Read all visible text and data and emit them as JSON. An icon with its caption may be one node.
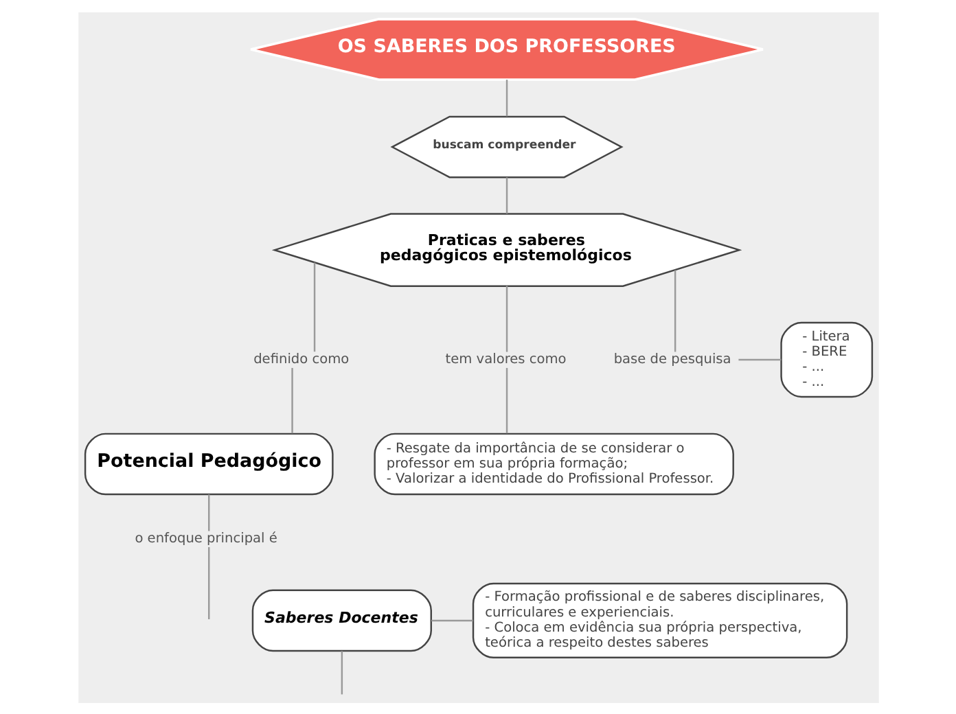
{
  "diagram": {
    "nodes": [
      {
        "text": [
          "OS SABERES DOS PROFESSORES"
        ]
      },
      {
        "text": [
          "buscam compreender"
        ]
      },
      {
        "text": [
          "Praticas e saberes pedagógicos epistemológicos"
        ]
      },
      {
        "text": [
          "definido como"
        ]
      },
      {
        "text": [
          "Potencial Pedagógico"
        ]
      },
      {
        "text": [
          "o enfoque principal é"
        ]
      },
      {
        "text": [
          "Saberes Docentes"
        ]
      },
      {
        "text": [
          "- Formação profissional e de saberes disciplinares, curriculares e experienciais. - Coloca em evidência sua própria perspectiva, teórica a respeito destes saberes"
        ]
      },
      {
        "text": [
          "tem valores como"
        ]
      },
      {
        "text": [
          "- Resgate da importância de se considerar o professor em sua própria formação; - Valorizar a identidade do Profissional Professor."
        ]
      },
      {
        "text": [
          "base de pesquisa"
        ]
      },
      {
        "text": [
          "- Litera - BERE - ... - ..."
        ]
      }
    ],
    "edges": [
      {
        "from": 0,
        "to": 1,
        "arrow": "none"
      },
      {
        "from": 1,
        "to": 2,
        "arrow": "none"
      },
      {
        "from": 2,
        "to": 3,
        "arrow": "none"
      },
      {
        "from": 3,
        "to": 4,
        "arrow": "none"
      },
      {
        "from": 4,
        "to": 5,
        "arrow": "none"
      },
      {
        "from": 5,
        "to": null,
        "arrow": "none"
      },
      {
        "from": 6,
        "to": null,
        "arrow": "none"
      },
      {
        "from": 6,
        "to": 7,
        "arrow": "none"
      },
      {
        "from": 2,
        "to": 8,
        "arrow": "none"
      },
      {
        "from": 8,
        "to": 9,
        "arrow": "none"
      },
      {
        "from": 2,
        "to": 10,
        "arrow": "none"
      },
      {
        "from": 10,
        "to": 11,
        "arrow": "none"
      }
    ]
  }
}
